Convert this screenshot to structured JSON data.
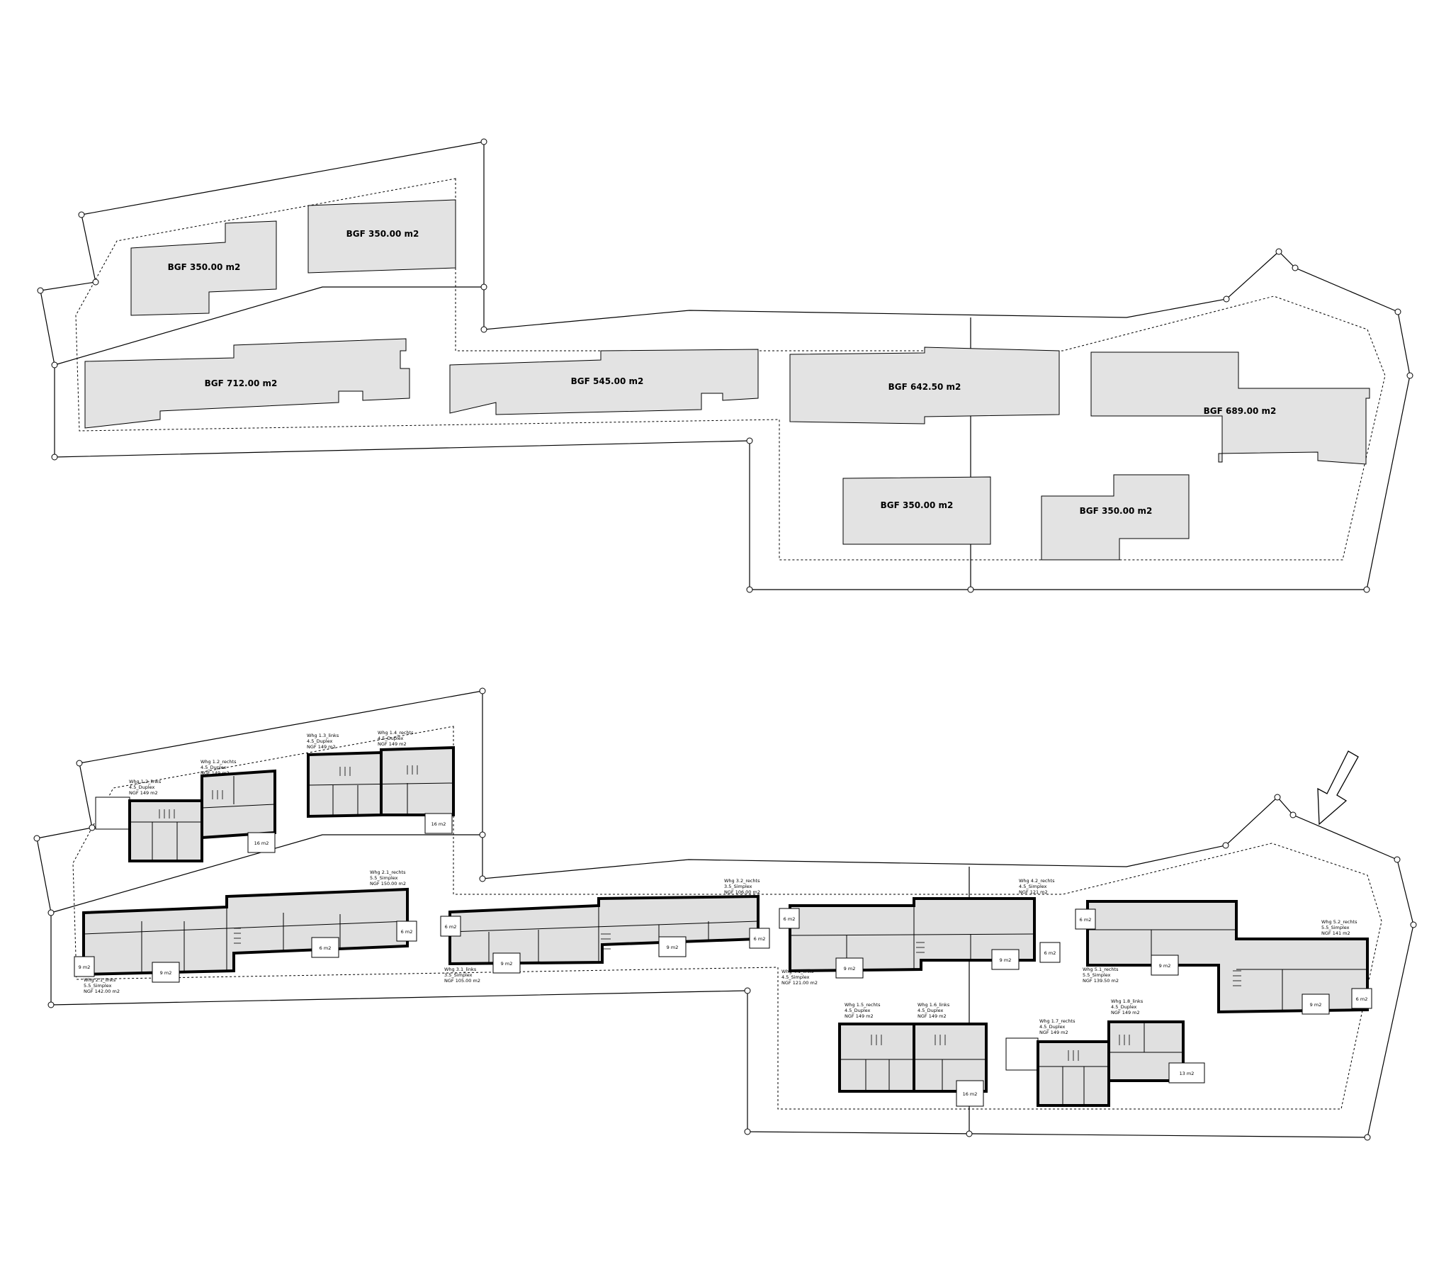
{
  "top_plan": {
    "buildings": [
      {
        "label": "BGF 350.00 m2"
      },
      {
        "label": "BGF 350.00 m2"
      },
      {
        "label": "BGF 712.00 m2"
      },
      {
        "label": "BGF 545.00 m2"
      },
      {
        "label": "BGF 642.50 m2"
      },
      {
        "label": "BGF 689.00 m2"
      },
      {
        "label": "BGF 350.00 m2"
      },
      {
        "label": "BGF 350.00 m2"
      }
    ]
  },
  "bottom_plan": {
    "units": [
      {
        "l1": "Whg 1.2_links",
        "l2": "4.5_Duplex",
        "l3": "NGF 149 m2"
      },
      {
        "l1": "Whg 1.2_rechts",
        "l2": "4.5_Duplex",
        "l3": "NGF 149 m2"
      },
      {
        "l1": "Whg 1.3_links",
        "l2": "4.5_Duplex",
        "l3": "NGF 149 m2"
      },
      {
        "l1": "Whg 1.4_rechts",
        "l2": "4.5_Duplex",
        "l3": "NGF 149 m2"
      },
      {
        "l1": "Whg 2.1_rechts",
        "l2": "5.5_Simplex",
        "l3": "NGF 150.00 m2"
      },
      {
        "l1": "Whg 2.1_links",
        "l2": "5.5_Simplex",
        "l3": "NGF 142.00 m2"
      },
      {
        "l1": "Whg 3.2_rechts",
        "l2": "3.5_Simplex",
        "l3": "NGF 106.00 m2"
      },
      {
        "l1": "Whg 3.1_links",
        "l2": "3.5_Simplex",
        "l3": "NGF 105.00 m2"
      },
      {
        "l1": "Whg 4.2_rechts",
        "l2": "4.5_Simplex",
        "l3": "NGF 121 m2"
      },
      {
        "l1": "Whg 4.1_links",
        "l2": "4.5_Simplex",
        "l3": "NGF 121.00 m2"
      },
      {
        "l1": "Whg 5.2_rechts",
        "l2": "5.5_Simplex",
        "l3": "NGF 141 m2"
      },
      {
        "l1": "Whg 5.1_rechts",
        "l2": "5.5_Simplex",
        "l3": "NGF 139.50 m2"
      },
      {
        "l1": "Whg 1.5_rechts",
        "l2": "4.5_Duplex",
        "l3": "NGF 149 m2"
      },
      {
        "l1": "Whg 1.6_links",
        "l2": "4.5_Duplex",
        "l3": "NGF 149 m2"
      },
      {
        "l1": "Whg 1.7_rechts",
        "l2": "4.5_Duplex",
        "l3": "NGF 149 m2"
      },
      {
        "l1": "Whg 1.8_links",
        "l2": "4.5_Duplex",
        "l3": "NGF 149 m2"
      }
    ],
    "areas": [
      "16 m2",
      "16 m2",
      "9 m2",
      "9 m2",
      "6 m2",
      "6 m2",
      "6 m2",
      "9 m2",
      "9 m2",
      "6 m2",
      "6 m2",
      "9 m2",
      "9 m2",
      "6 m2",
      "6 m2",
      "9 m2",
      "9 m2",
      "6 m2",
      "16 m2",
      "13 m2"
    ]
  }
}
